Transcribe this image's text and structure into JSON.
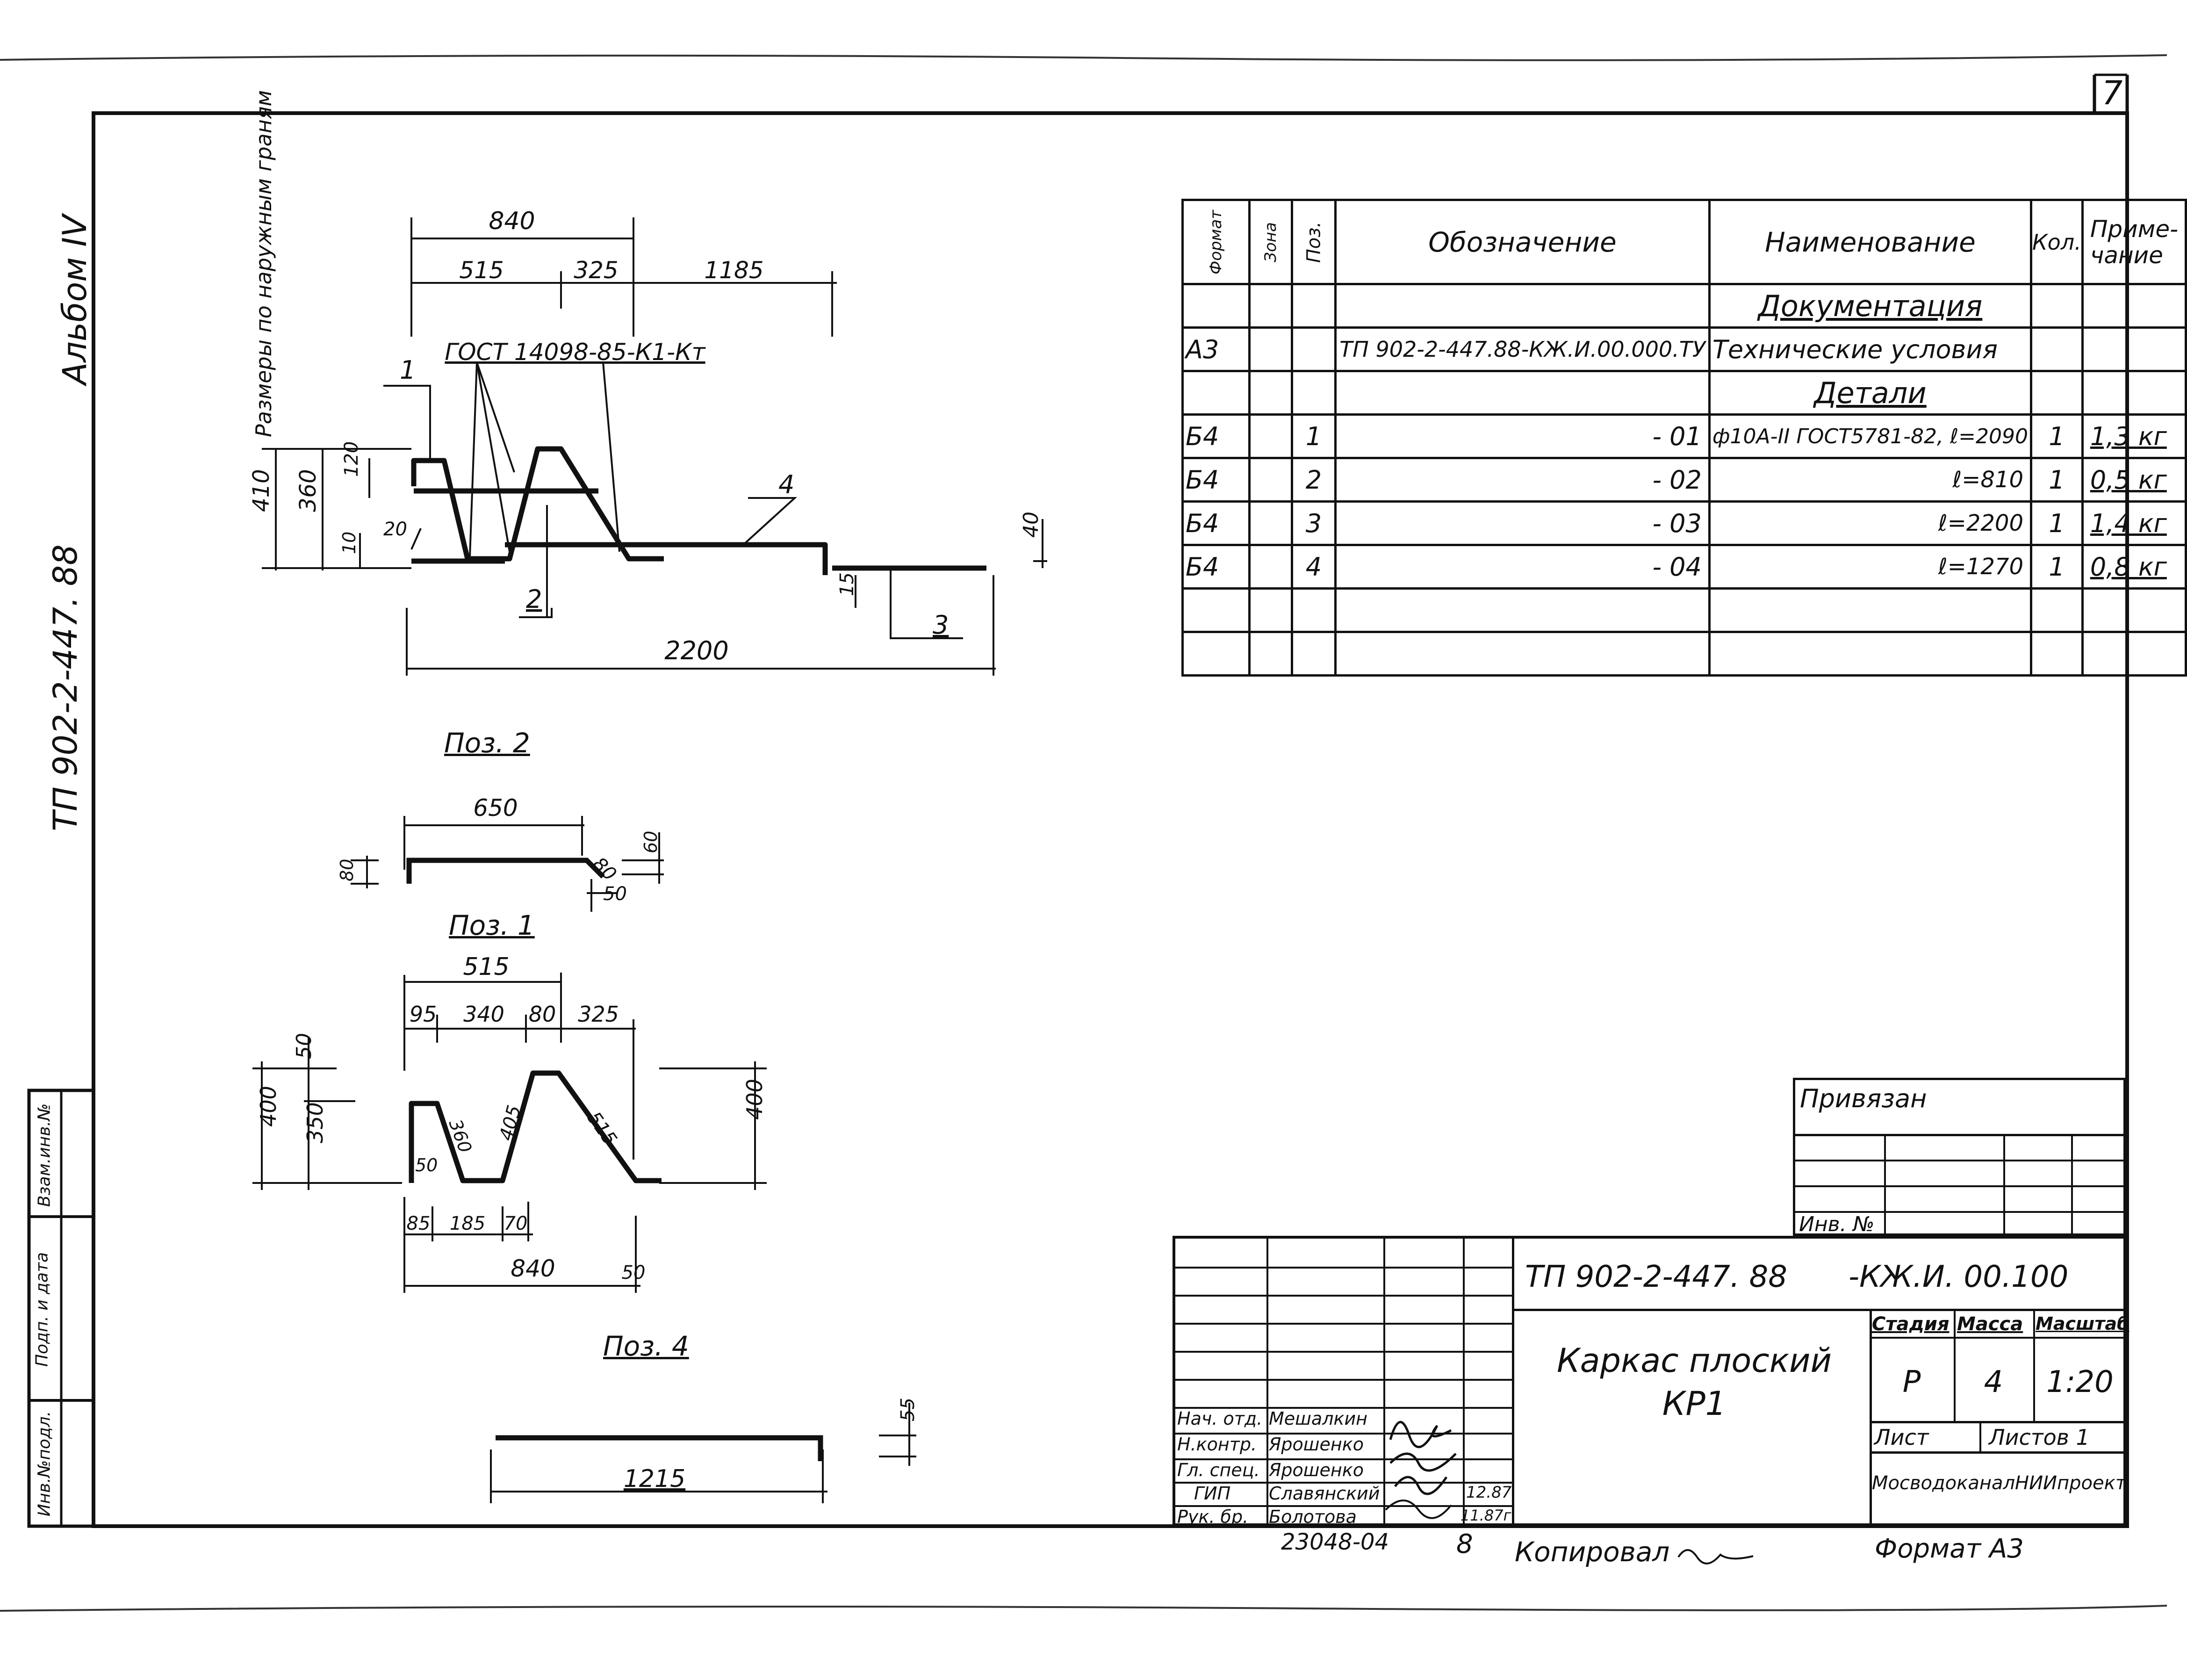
{
  "sheet": {
    "page_number": "7",
    "album_label": "Альбом IV",
    "side_code": "ТП 902-2-447. 88",
    "side_stamp": [
      "Инв.№подл.",
      "Подп. и дата",
      "Взам.инв.№"
    ]
  },
  "spec_table": {
    "headers": [
      "Формат",
      "Зона",
      "Поз.",
      "Обозначение",
      "Наименование",
      "Кол.",
      "Приме-чание"
    ],
    "rows": [
      {
        "format": "",
        "zone": "",
        "pos": "",
        "designation": "",
        "name": "Документация",
        "qty": "",
        "note": "",
        "section": true
      },
      {
        "format": "А3",
        "zone": "",
        "pos": "",
        "designation": "ТП 902-2-447.88-КЖ.И.00.000.ТУ",
        "name": "Технические условия",
        "qty": "",
        "note": "",
        "section": false
      },
      {
        "format": "",
        "zone": "",
        "pos": "",
        "designation": "",
        "name": "Детали",
        "qty": "",
        "note": "",
        "section": true
      },
      {
        "format": "Б4",
        "zone": "",
        "pos": "1",
        "designation": "- 01",
        "name": "ф10А-II ГОСТ5781-82, ℓ=2090",
        "qty": "1",
        "note": "1,3 кг",
        "section": false
      },
      {
        "format": "Б4",
        "zone": "",
        "pos": "2",
        "designation": "- 02",
        "name": "ℓ=810",
        "qty": "1",
        "note": "0,5 кг",
        "section": false
      },
      {
        "format": "Б4",
        "zone": "",
        "pos": "3",
        "designation": "- 03",
        "name": "ℓ=2200",
        "qty": "1",
        "note": "1,4 кг",
        "section": false
      },
      {
        "format": "Б4",
        "zone": "",
        "pos": "4",
        "designation": "- 04",
        "name": "ℓ=1270",
        "qty": "1",
        "note": "0,8 кг",
        "section": false
      },
      {
        "format": "",
        "zone": "",
        "pos": "",
        "designation": "",
        "name": "",
        "qty": "",
        "note": "",
        "section": false
      },
      {
        "format": "",
        "zone": "",
        "pos": "",
        "designation": "",
        "name": "",
        "qty": "",
        "note": "",
        "section": false
      }
    ]
  },
  "main_drawing": {
    "side_note": "Размеры по наружным граням",
    "gost_label": "ГОСТ 14098-85-К1-Кт",
    "dims_top": [
      "840",
      "515",
      "325",
      "1185"
    ],
    "dims_left": [
      "410",
      "360",
      "120",
      "10",
      "20"
    ],
    "dim_bottom": "2200",
    "dim_40": "40",
    "dim_15": "15",
    "callouts": [
      "1",
      "2",
      "3",
      "4"
    ]
  },
  "poz2": {
    "title": "Поз. 2",
    "dims": [
      "650",
      "80",
      "80",
      "60",
      "50"
    ]
  },
  "poz1": {
    "title": "Поз. 1",
    "dims_top": [
      "515",
      "95",
      "340",
      "80",
      "325"
    ],
    "dims_left": [
      "400",
      "50",
      "350"
    ],
    "inner": [
      "50",
      "360",
      "405",
      "515"
    ],
    "dims_bottom": [
      "85",
      "185",
      "70",
      "840",
      "50"
    ],
    "dim_right": "400"
  },
  "poz4": {
    "title": "Поз. 4",
    "dim_len": "1215",
    "dim_h": "55"
  },
  "binding_box": {
    "title": "Привязан",
    "inv_label": "Инв. №"
  },
  "title_block": {
    "code": "ТП 902-2-447. 88",
    "code_suffix": "-КЖ.И. 00.100",
    "drawing_title": "Каркас плоский КР1",
    "stage_label": "Стадия",
    "mass_label": "Масса",
    "scale_label": "Масштаб",
    "stage": "Р",
    "mass": "4",
    "scale": "1:20",
    "sheet_label": "Лист",
    "sheets_label": "Листов 1",
    "organization": "МосводоканалНИИпроект",
    "roles": [
      {
        "role": "Нач. отд.",
        "name": "Мешалкин",
        "date": ""
      },
      {
        "role": "Н.контр.",
        "name": "Ярошенко",
        "date": ""
      },
      {
        "role": "Гл. спец.",
        "name": "Ярошенко",
        "date": ""
      },
      {
        "role": "ГИП",
        "name": "Славянский",
        "date": "12.87"
      },
      {
        "role": "Рук. бр.",
        "name": "Болотова",
        "date": "11.87г."
      }
    ]
  },
  "footer": {
    "archive_no": "23048-04",
    "sheet_seq": "8",
    "copied_label": "Копировал",
    "format_label": "Формат А3"
  }
}
